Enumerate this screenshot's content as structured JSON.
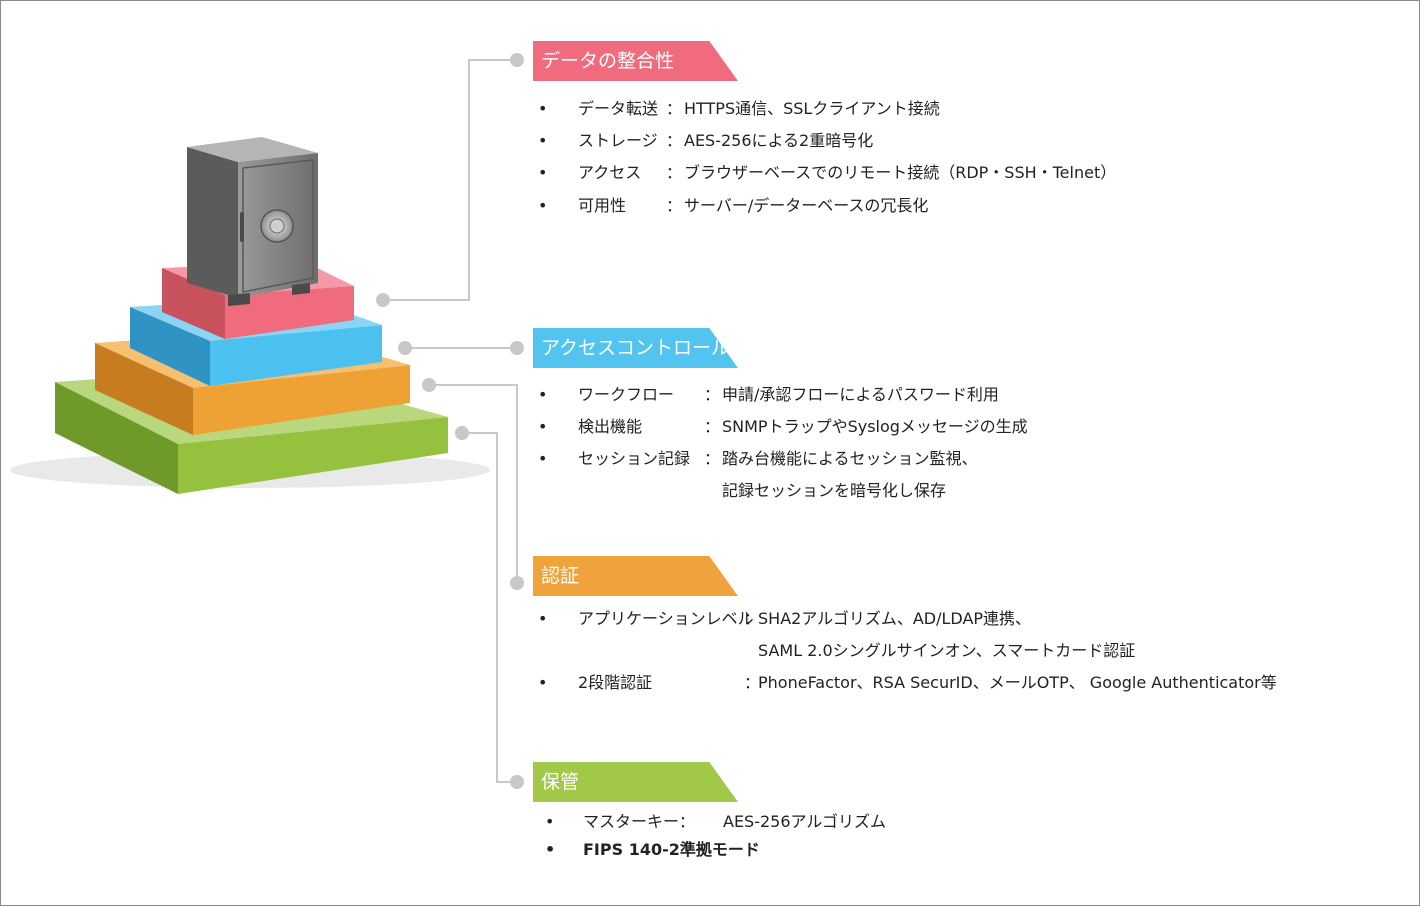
{
  "colors": {
    "red": "#ef6b7d",
    "blue": "#53c3ef",
    "orange": "#f0a33c",
    "green": "#a2c847",
    "connector": "#c8c8c8"
  },
  "sections": [
    {
      "title": "データの整合性",
      "items": [
        {
          "label": "データ転送",
          "value": "HTTPS通信、SSLクライアント接続"
        },
        {
          "label": "ストレージ",
          "value": "AES-256による2重暗号化"
        },
        {
          "label": "アクセス",
          "value": "ブラウザーベースでのリモート接続（RDP・SSH・Telnet）"
        },
        {
          "label": "可用性",
          "value": "サーバー/データーベースの冗長化"
        }
      ]
    },
    {
      "title": "アクセスコントロール",
      "items": [
        {
          "label": "ワークフロー",
          "value": "申請/承認フローによるパスワード利用"
        },
        {
          "label": "検出機能",
          "value": "SNMPトラップやSyslogメッセージの生成"
        },
        {
          "label": "セッション記録",
          "value": "踏み台機能によるセッション監視、",
          "value2": "記録セッションを暗号化し保存"
        }
      ]
    },
    {
      "title": "認証",
      "items": [
        {
          "label": "アプリケーションレベル",
          "value": "SHA2アルゴリズム、AD/LDAP連携、",
          "value2": "SAML 2.0シングルサインオン、スマートカード認証"
        },
        {
          "label": "2段階認証",
          "value": "PhoneFactor、RSA SecurID、メールOTP、 Google Authenticator等"
        }
      ]
    },
    {
      "title": "保管",
      "items": [
        {
          "label": "マスターキー：",
          "value": "AES-256アルゴリズム"
        },
        {
          "label": "FIPS 140-2準拠モード",
          "value": ""
        }
      ]
    }
  ],
  "bullet": "•",
  "colon": "："
}
